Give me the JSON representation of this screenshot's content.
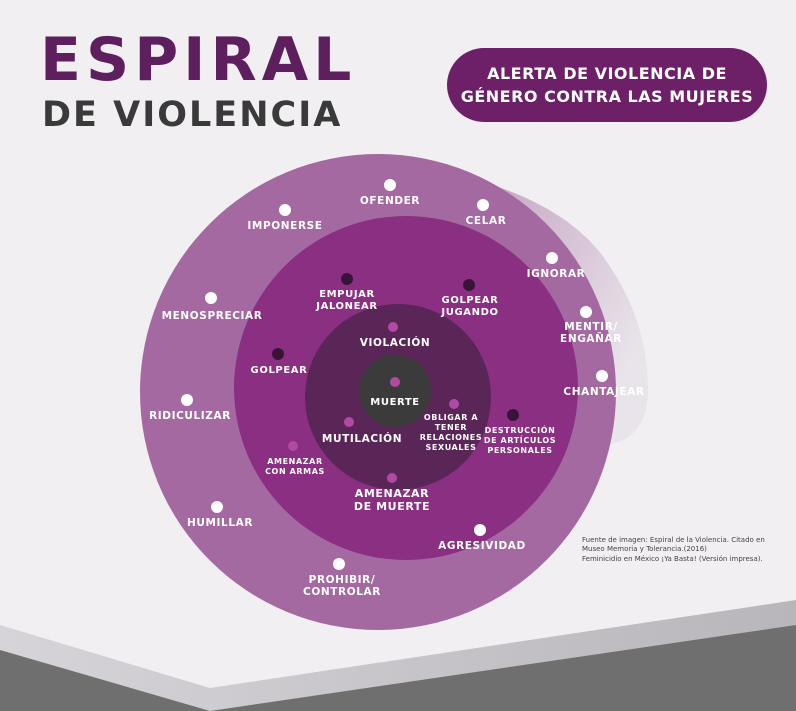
{
  "title": {
    "line1": "ESPIRAL",
    "line2": "DE VIOLENCIA"
  },
  "alert": "ALERTA DE VIOLENCIA DE\nGÉNERO CONTRA LAS MUJERES",
  "rings": {
    "outer": {
      "labels": [
        "OFENDER",
        "CELAR",
        "IMPONERSE",
        "IGNORAR",
        "MENTIR/",
        "ENGAÑAR",
        "MENOSPRECIAR",
        "CHANTAJEAR",
        "RIDICULIZAR",
        "HUMILLAR",
        "AGRESIVIDAD",
        "PROHIBIR/",
        "CONTROLAR"
      ]
    },
    "middle": {
      "labels": [
        "EMPUJAR",
        "JALONEAR",
        "GOLPEAR",
        "JUGANDO",
        "GOLPEAR",
        "DESTRUCCIÓN",
        "DE ARTÍCULOS",
        "PERSONALES",
        "AMENAZAR",
        "CON ARMAS",
        "AMENAZAR",
        "DE MUERTE"
      ]
    },
    "inner": {
      "labels": [
        "VIOLACIÓN",
        "MUTILACIÓN",
        "OBLIGAR A",
        "TENER",
        "RELACIONES",
        "SEXUALES"
      ]
    },
    "center": {
      "label": "MUERTE"
    }
  },
  "source": [
    "Fuente de imagen: Espiral de la Violencia. Citado en",
    "Museo Memoria y Tolerancia.(2016)",
    "Feminicidio en México ¡Ya Basta! (Versión impresa)."
  ],
  "colors": {
    "title": "#5e1f5e",
    "subtitle": "#3a3a3a",
    "badge": "#6d2068",
    "outer_ring": "#a0609c",
    "middle_ring": "#8a2f82",
    "inner_ring": "#5a2658",
    "center": "#3b3b3b"
  }
}
